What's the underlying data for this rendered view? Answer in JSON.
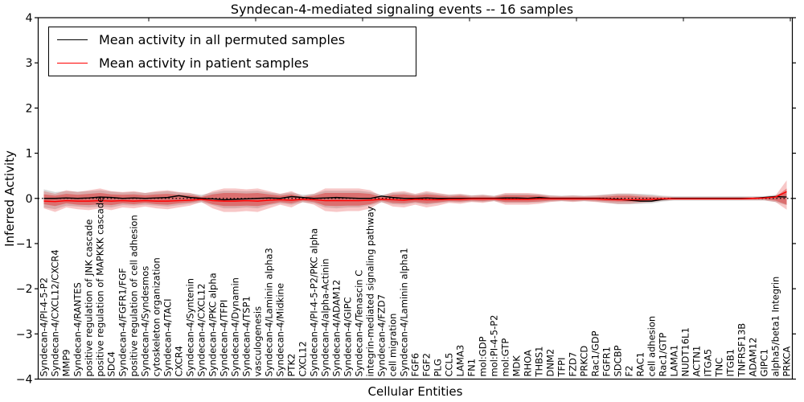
{
  "title": "Syndecan-4-mediated signaling events -- 16 samples",
  "xlabel": "Cellular Entities",
  "ylabel": "Inferred Activity",
  "legend": {
    "entries": [
      {
        "label": "Mean activity in all permuted samples",
        "color": "#000000"
      },
      {
        "label": "Mean activity in patient samples",
        "color": "#ff0000"
      }
    ]
  },
  "yticks": {
    "values": [
      4,
      3,
      2,
      1,
      0,
      -1,
      -2,
      -3,
      -4
    ],
    "labels": [
      "4",
      "3",
      "2",
      "1",
      "0",
      "−1",
      "−2",
      "−3",
      "−4"
    ]
  },
  "chart_data": {
    "type": "line",
    "title": "Syndecan-4-mediated signaling events -- 16 samples",
    "xlabel": "Cellular Entities",
    "ylabel": "Inferred Activity",
    "ylim": [
      -4,
      4
    ],
    "grid": false,
    "legend_position": "upper left",
    "zero_line": true,
    "categories": [
      "Syndecan-4/PI-4-5-P2",
      "Syndecan-4/CXCL12/CXCR4",
      "MMP9",
      "Syndecan-4/RANTES",
      "positive regulation of JNK cascade",
      "positive regulation of MAPKKK cascade",
      "SDC4",
      "Syndecan-4/FGFR1/FGF",
      "positive regulation of cell adhesion",
      "Syndecan-4/Syndesmos",
      "cytoskeleton organization",
      "Syndecan-4/TACI",
      "CXCR4",
      "Syndecan-4/Syntenin",
      "Syndecan-4/CXCL12",
      "Syndecan-4/PKC alpha",
      "Syndecan-4/TFPI",
      "Syndecan-4/Dynamin",
      "Syndecan-4/TSP1",
      "vasculogenesis",
      "Syndecan-4/Laminin alpha3",
      "Syndecan-4/Midkine",
      "PTK2",
      "CXCL12",
      "Syndecan-4/PI-4-5-P2/PKC alpha",
      "Syndecan-4/alpha-Actinin",
      "Syndecan-4/ADAM12",
      "Syndecan-4/GIPC",
      "Syndecan-4/Tenascin C",
      "integrin-mediated signaling pathway",
      "Syndecan-4/FZD7",
      "cell migration",
      "Syndecan-4/Laminin alpha1",
      "FGF6",
      "FGF2",
      "PLG",
      "CCL5",
      "LAMA3",
      "FN1",
      "mol:GDP",
      "mol:PI-4-5-P2",
      "mol:GTP",
      "MDK",
      "RHOA",
      "THBS1",
      "DNM2",
      "TFPI",
      "FZD7",
      "PRKCD",
      "Rac1/GDP",
      "FGFR1",
      "SDCBP",
      "F2",
      "RAC1",
      "cell adhesion",
      "Rac1/GTP",
      "LAMA1",
      "NUDT16L1",
      "ACTN1",
      "ITGA5",
      "TNC",
      "ITGB1",
      "TNFRSF13B",
      "ADAM12",
      "GIPC1",
      "alpha5/beta1 Integrin",
      "PRKCA"
    ],
    "series": [
      {
        "name": "Mean activity in all permuted samples",
        "color": "#000000",
        "values": [
          0.0,
          0.0,
          0.01,
          0.0,
          0.01,
          0.03,
          0.02,
          0.0,
          0.01,
          0.0,
          0.01,
          0.02,
          0.06,
          0.02,
          0.0,
          -0.01,
          -0.03,
          -0.02,
          -0.01,
          0.0,
          0.01,
          0.0,
          0.04,
          0.02,
          0.0,
          0.01,
          0.02,
          0.01,
          0.0,
          0.0,
          0.05,
          0.02,
          0.0,
          0.0,
          0.01,
          0.0,
          0.0,
          0.0,
          0.0,
          0.0,
          0.0,
          0.01,
          0.01,
          0.0,
          0.02,
          0.0,
          0.0,
          0.0,
          0.0,
          0.0,
          -0.01,
          -0.02,
          -0.04,
          -0.06,
          -0.06,
          -0.02,
          0.0,
          0.0,
          0.0,
          0.0,
          0.0,
          0.0,
          0.0,
          0.0,
          0.02,
          0.04,
          0.03
        ]
      },
      {
        "name": "Mean activity in patient samples",
        "color": "#ff0000",
        "values": [
          -0.06,
          -0.07,
          -0.05,
          -0.06,
          -0.06,
          -0.05,
          -0.06,
          -0.05,
          -0.06,
          -0.05,
          -0.06,
          -0.06,
          -0.05,
          -0.04,
          -0.02,
          -0.05,
          -0.06,
          -0.06,
          -0.05,
          -0.06,
          -0.04,
          -0.03,
          -0.04,
          -0.02,
          -0.03,
          -0.05,
          -0.05,
          -0.05,
          -0.05,
          -0.04,
          -0.02,
          -0.03,
          -0.04,
          -0.02,
          -0.03,
          -0.03,
          -0.02,
          -0.02,
          -0.01,
          -0.01,
          -0.01,
          -0.02,
          -0.02,
          -0.02,
          -0.01,
          -0.01,
          -0.01,
          -0.01,
          -0.01,
          -0.01,
          -0.02,
          -0.03,
          -0.03,
          -0.03,
          -0.02,
          -0.01,
          -0.01,
          -0.01,
          -0.01,
          -0.01,
          -0.01,
          -0.01,
          -0.01,
          0.0,
          0.01,
          0.03,
          0.15
        ]
      }
    ],
    "bands": [
      {
        "name": "permuted-samples-spread",
        "color": "rgba(128,128,128,0.30)",
        "upper": [
          0.2,
          0.14,
          0.16,
          0.15,
          0.16,
          0.18,
          0.15,
          0.13,
          0.14,
          0.12,
          0.14,
          0.16,
          0.13,
          0.11,
          0.08,
          0.13,
          0.17,
          0.17,
          0.16,
          0.17,
          0.13,
          0.1,
          0.13,
          0.08,
          0.1,
          0.17,
          0.17,
          0.17,
          0.17,
          0.14,
          0.08,
          0.12,
          0.13,
          0.09,
          0.13,
          0.1,
          0.08,
          0.09,
          0.07,
          0.08,
          0.06,
          0.1,
          0.1,
          0.1,
          0.09,
          0.07,
          0.06,
          0.07,
          0.06,
          0.07,
          0.09,
          0.11,
          0.11,
          0.1,
          0.09,
          0.06,
          0.05,
          0.05,
          0.05,
          0.05,
          0.05,
          0.05,
          0.05,
          0.05,
          0.05,
          0.08,
          0.15
        ],
        "lower": [
          -0.2,
          -0.24,
          -0.16,
          -0.18,
          -0.2,
          -0.18,
          -0.2,
          -0.15,
          -0.16,
          -0.14,
          -0.16,
          -0.18,
          -0.15,
          -0.12,
          -0.09,
          -0.15,
          -0.22,
          -0.22,
          -0.2,
          -0.22,
          -0.15,
          -0.11,
          -0.14,
          -0.09,
          -0.11,
          -0.2,
          -0.22,
          -0.2,
          -0.2,
          -0.15,
          -0.09,
          -0.13,
          -0.14,
          -0.1,
          -0.14,
          -0.11,
          -0.08,
          -0.09,
          -0.07,
          -0.08,
          -0.06,
          -0.1,
          -0.1,
          -0.1,
          -0.09,
          -0.07,
          -0.06,
          -0.07,
          -0.06,
          -0.07,
          -0.1,
          -0.13,
          -0.13,
          -0.12,
          -0.11,
          -0.07,
          -0.05,
          -0.05,
          -0.05,
          -0.05,
          -0.05,
          -0.05,
          -0.05,
          -0.05,
          -0.05,
          -0.08,
          -0.15
        ]
      },
      {
        "name": "patient-samples-outer-spread",
        "color": "rgba(222,30,30,0.25)",
        "upper": [
          0.16,
          0.1,
          0.18,
          0.14,
          0.18,
          0.22,
          0.16,
          0.14,
          0.16,
          0.12,
          0.16,
          0.18,
          0.14,
          0.12,
          0.05,
          0.16,
          0.22,
          0.22,
          0.2,
          0.22,
          0.16,
          0.1,
          0.16,
          0.05,
          0.1,
          0.22,
          0.22,
          0.22,
          0.22,
          0.18,
          0.05,
          0.14,
          0.16,
          0.1,
          0.16,
          0.12,
          0.08,
          0.1,
          0.06,
          0.08,
          0.05,
          0.12,
          0.12,
          0.12,
          0.1,
          0.06,
          0.05,
          0.06,
          0.05,
          0.06,
          0.08,
          0.1,
          0.1,
          0.08,
          0.06,
          0.04,
          0.03,
          0.03,
          0.03,
          0.03,
          0.03,
          0.03,
          0.03,
          0.03,
          0.03,
          0.06,
          0.4
        ],
        "lower": [
          -0.22,
          -0.3,
          -0.2,
          -0.24,
          -0.26,
          -0.22,
          -0.26,
          -0.2,
          -0.22,
          -0.18,
          -0.22,
          -0.24,
          -0.2,
          -0.16,
          -0.08,
          -0.22,
          -0.3,
          -0.3,
          -0.28,
          -0.3,
          -0.22,
          -0.14,
          -0.2,
          -0.08,
          -0.14,
          -0.28,
          -0.3,
          -0.28,
          -0.28,
          -0.22,
          -0.08,
          -0.18,
          -0.2,
          -0.14,
          -0.2,
          -0.16,
          -0.1,
          -0.12,
          -0.08,
          -0.1,
          -0.06,
          -0.14,
          -0.14,
          -0.14,
          -0.12,
          -0.08,
          -0.06,
          -0.08,
          -0.06,
          -0.08,
          -0.1,
          -0.12,
          -0.12,
          -0.1,
          -0.08,
          -0.05,
          -0.04,
          -0.04,
          -0.04,
          -0.04,
          -0.04,
          -0.04,
          -0.04,
          -0.04,
          -0.04,
          -0.08,
          -0.25
        ]
      },
      {
        "name": "patient-samples-inner-spread",
        "color": "rgba(222,30,30,0.42)",
        "upper": [
          0.09,
          0.06,
          0.1,
          0.08,
          0.1,
          0.12,
          0.09,
          0.08,
          0.09,
          0.07,
          0.09,
          0.1,
          0.08,
          0.07,
          0.03,
          0.09,
          0.12,
          0.12,
          0.11,
          0.12,
          0.09,
          0.06,
          0.09,
          0.03,
          0.06,
          0.12,
          0.12,
          0.12,
          0.12,
          0.1,
          0.03,
          0.08,
          0.09,
          0.06,
          0.09,
          0.07,
          0.04,
          0.06,
          0.03,
          0.04,
          0.03,
          0.07,
          0.07,
          0.07,
          0.06,
          0.03,
          0.03,
          0.03,
          0.03,
          0.03,
          0.04,
          0.06,
          0.06,
          0.04,
          0.03,
          0.02,
          0.02,
          0.02,
          0.02,
          0.02,
          0.02,
          0.02,
          0.02,
          0.02,
          0.02,
          0.03,
          0.22
        ],
        "lower": [
          -0.13,
          -0.17,
          -0.11,
          -0.14,
          -0.15,
          -0.13,
          -0.15,
          -0.11,
          -0.13,
          -0.1,
          -0.13,
          -0.14,
          -0.11,
          -0.09,
          -0.05,
          -0.13,
          -0.17,
          -0.17,
          -0.16,
          -0.17,
          -0.13,
          -0.08,
          -0.11,
          -0.05,
          -0.08,
          -0.16,
          -0.17,
          -0.16,
          -0.16,
          -0.13,
          -0.05,
          -0.1,
          -0.11,
          -0.08,
          -0.11,
          -0.09,
          -0.06,
          -0.07,
          -0.05,
          -0.06,
          -0.04,
          -0.08,
          -0.08,
          -0.08,
          -0.07,
          -0.05,
          -0.04,
          -0.05,
          -0.04,
          -0.05,
          -0.06,
          -0.07,
          -0.07,
          -0.06,
          -0.05,
          -0.03,
          -0.02,
          -0.02,
          -0.02,
          -0.02,
          -0.02,
          -0.02,
          -0.02,
          -0.02,
          -0.02,
          -0.05,
          -0.14
        ]
      }
    ]
  }
}
